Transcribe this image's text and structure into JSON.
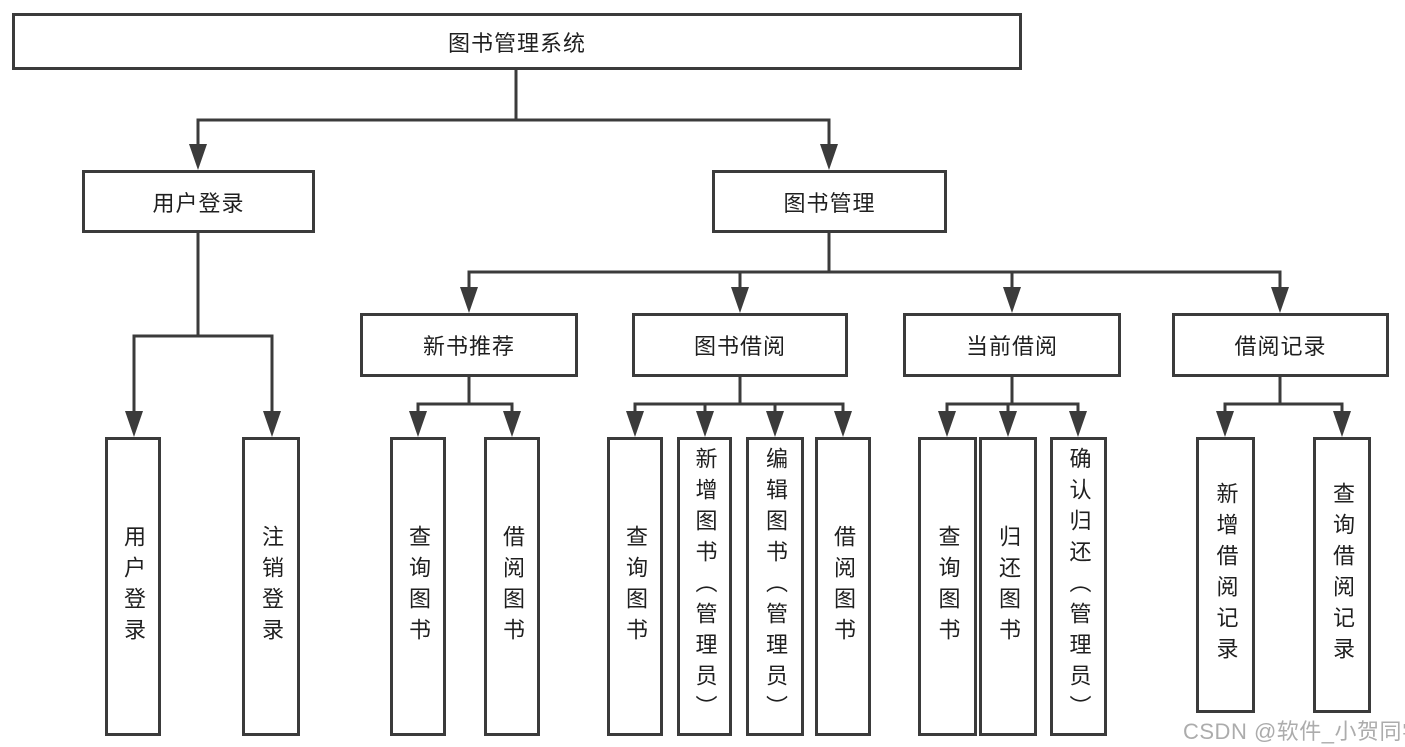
{
  "colors": {
    "line": "#3b3b3b",
    "text": "#1f1f1f",
    "background": "#ffffff",
    "watermark": "#9e9e9e"
  },
  "tree": {
    "label": "图书管理系统",
    "children": [
      {
        "label": "用户登录",
        "children": [
          {
            "label": "用户登录"
          },
          {
            "label": "注销登录"
          }
        ]
      },
      {
        "label": "图书管理",
        "children": [
          {
            "label": "新书推荐",
            "children": [
              {
                "label": "查询图书"
              },
              {
                "label": "借阅图书"
              }
            ]
          },
          {
            "label": "图书借阅",
            "children": [
              {
                "label": "查询图书"
              },
              {
                "label": "新增图书（管理员）"
              },
              {
                "label": "编辑图书（管理员）"
              },
              {
                "label": "借阅图书"
              }
            ]
          },
          {
            "label": "当前借阅",
            "children": [
              {
                "label": "查询图书"
              },
              {
                "label": "归还图书"
              },
              {
                "label": "确认归还（管理员）"
              }
            ]
          },
          {
            "label": "借阅记录",
            "children": [
              {
                "label": "新增借阅记录"
              },
              {
                "label": "查询借阅记录"
              }
            ]
          }
        ]
      }
    ]
  },
  "watermark": "CSDN @软件_小贺同学"
}
